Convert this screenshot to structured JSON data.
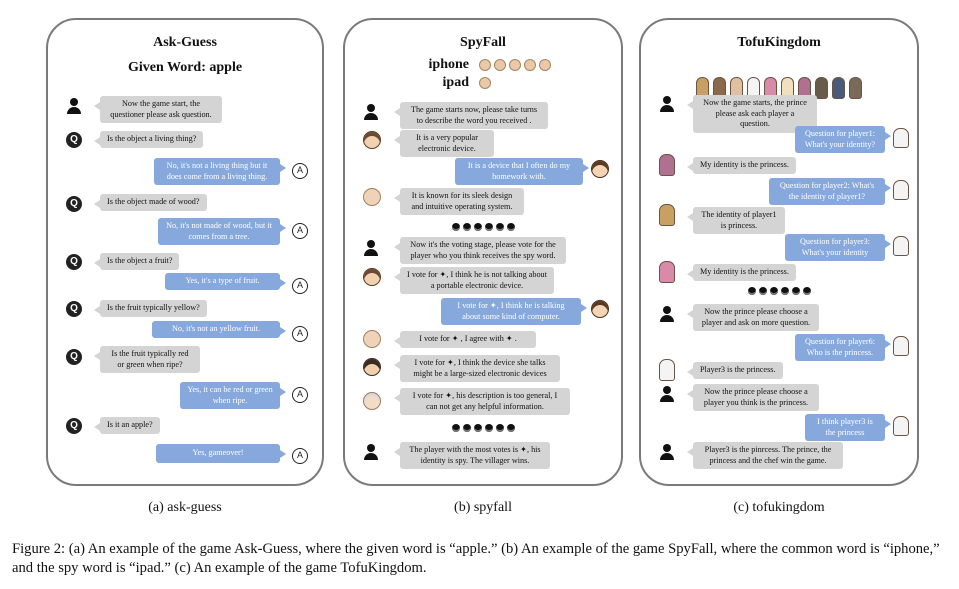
{
  "panels": {
    "ask_guess": {
      "title": "Ask-Guess",
      "subtitle": "Given Word: apple",
      "messages": [
        {
          "role": "host",
          "side": "left",
          "text": "Now the game start, the questioner please ask question."
        },
        {
          "role": "Q",
          "side": "left",
          "text": "Is the object a living thing?"
        },
        {
          "role": "A",
          "side": "right",
          "text": "No, it's not a living thing but it does come from a living thing."
        },
        {
          "role": "Q",
          "side": "left",
          "text": "Is the object made of wood?"
        },
        {
          "role": "A",
          "side": "right",
          "text": "No, it's not made of wood, but it comes from a tree."
        },
        {
          "role": "Q",
          "side": "left",
          "text": "Is the object a fruit?"
        },
        {
          "role": "A",
          "side": "right",
          "text": "Yes, it's a type of fruit."
        },
        {
          "role": "Q",
          "side": "left",
          "text": "Is the fruit typically yellow?"
        },
        {
          "role": "A",
          "side": "right",
          "text": "No, it's not an yellow fruit."
        },
        {
          "role": "Q",
          "side": "left",
          "text": "Is the fruit typically red or green when ripe?"
        },
        {
          "role": "A",
          "side": "right",
          "text": "Yes, it can be red or green when ripe."
        },
        {
          "role": "Q",
          "side": "left",
          "text": "Is it an apple?"
        },
        {
          "role": "A",
          "side": "right",
          "text": "Yes, gameover!"
        }
      ],
      "q_icon": "Q",
      "a_icon": "A",
      "caption": "(a) ask-guess"
    },
    "spyfall": {
      "title": "SpyFall",
      "word1": "iphone",
      "word2": "ipad",
      "messages": [
        {
          "avatar": "host",
          "side": "left",
          "text": "The game starts now, please take turns to describe the word you received ."
        },
        {
          "avatar": "brown",
          "side": "left",
          "text": "It is a very popular electronic device."
        },
        {
          "avatar": "girl",
          "side": "right",
          "text": "It is a device that I often do my homework with."
        },
        {
          "avatar": "bald",
          "side": "left",
          "text": "It is known for its sleek design and intuitive operating system."
        },
        {
          "avatar": "host",
          "side": "left",
          "text": "Now it's the voting stage, please vote for the player who you think receives the spy word."
        },
        {
          "avatar": "brown",
          "side": "left",
          "text": "I vote for ✦, I think he is not talking about a portable electronic device."
        },
        {
          "avatar": "girl",
          "side": "right",
          "text": "I vote for ✦, I think he is talking about some kind of computer."
        },
        {
          "avatar": "bald",
          "side": "left",
          "text": "I vote for ✦ , I agree with ✦ ."
        },
        {
          "avatar": "dark",
          "side": "left",
          "text": "I vote for ✦, I think the device she talks might be a large-sized electronic devices"
        },
        {
          "avatar": "old",
          "side": "left",
          "text": "I vote for ✦, his description is too general, I can not get any helpful information."
        },
        {
          "avatar": "host",
          "side": "left",
          "text": "The player with the most votes is ✦, his identity is spy. The villager wins."
        }
      ],
      "caption": "(b) spyfall"
    },
    "tofukingdom": {
      "title": "TofuKingdom",
      "messages": [
        {
          "avatar": "host",
          "side": "left",
          "text": "Now the game starts, the prince please ask each player a question."
        },
        {
          "avatar": "prince",
          "side": "right",
          "text": "Question for player1: What's your identity?"
        },
        {
          "avatar": "queen",
          "side": "left",
          "text": "My identity is the princess."
        },
        {
          "avatar": "prince",
          "side": "right",
          "text": "Question for player2: What's the identity of player1?"
        },
        {
          "avatar": "chef",
          "side": "left",
          "text": "The identity of player1 is princess."
        },
        {
          "avatar": "prince",
          "side": "right",
          "text": "Question for player3: What's your identity"
        },
        {
          "avatar": "princess",
          "side": "left",
          "text": "My identity is the princess."
        },
        {
          "avatar": "host",
          "side": "left",
          "text": "Now the prince please choose a player and ask on more question."
        },
        {
          "avatar": "prince",
          "side": "right",
          "text": "Question for player6: Who is the princess."
        },
        {
          "avatar": "chef",
          "side": "left",
          "text": "Player3 is the princess."
        },
        {
          "avatar": "host",
          "side": "left",
          "text": "Now the prince please choose a player you think is the princess."
        },
        {
          "avatar": "prince",
          "side": "right",
          "text": "I think player3 is the princess"
        },
        {
          "avatar": "host",
          "side": "left",
          "text": "Player3 is the pinrcess. The prince, the princess and the chef win the game."
        }
      ],
      "caption": "(c) tofukingdom"
    }
  },
  "figure_caption": "Figure 2: (a) An example of the game Ask-Guess, where the given word is “apple.” (b) An example of the game SpyFall, where the common word is “iphone,” and the spy word is “ipad.” (c) An example of the game TofuKingdom.",
  "colors": {
    "gray_bubble": "#d4d4d4",
    "blue_bubble": "#86a8dd",
    "border": "#7a7a7a"
  }
}
